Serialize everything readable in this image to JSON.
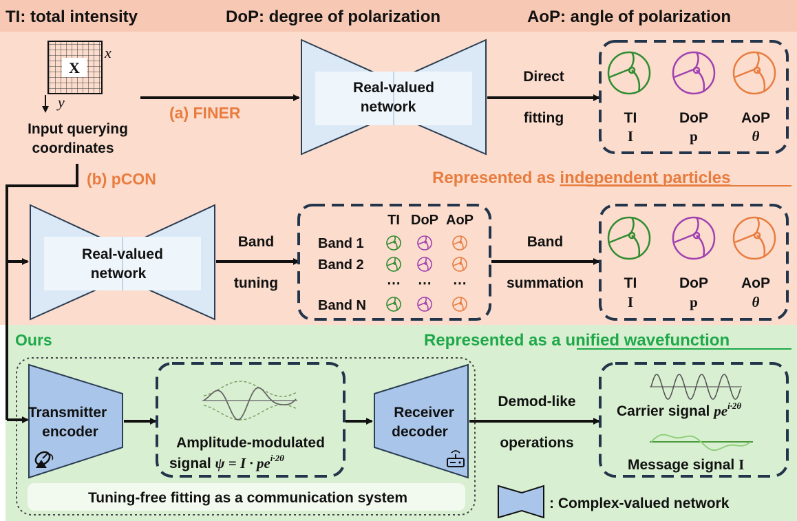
{
  "header": {
    "ti_def": "TI: total intensity",
    "dop_def": "DoP: degree of polarization",
    "aop_def": "AoP: angle of polarization"
  },
  "input": {
    "grid_center": "X",
    "x_axis": "x",
    "y_axis": "y",
    "caption_line1": "Input querying",
    "caption_line2": "coordinates"
  },
  "finer": {
    "label": "(a) FINER",
    "network_line1": "Real-valued",
    "network_line2": "network",
    "arrow_line1": "Direct",
    "arrow_line2": "fitting",
    "outputs": [
      {
        "name": "TI",
        "symbol": "I",
        "color": "#2e8b2e"
      },
      {
        "name": "DoP",
        "symbol": "p",
        "color": "#a040b0"
      },
      {
        "name": "AoP",
        "symbol": "θ",
        "color": "#e87c3e"
      }
    ],
    "note_prefix": "Represented as ",
    "note_underlined": "independent particles"
  },
  "pcon": {
    "label": "(b) pCON",
    "network_line1": "Real-valued",
    "network_line2": "network",
    "arrow_in_line1": "Band",
    "arrow_in_line2": "tuning",
    "band_headers": [
      "TI",
      "DoP",
      "AoP"
    ],
    "bands": [
      "Band 1",
      "Band 2",
      "Band N"
    ],
    "ellipsis": "⋯",
    "arrow_out_line1": "Band",
    "arrow_out_line2": "summation",
    "outputs": [
      {
        "name": "TI",
        "symbol": "I"
      },
      {
        "name": "DoP",
        "symbol": "p"
      },
      {
        "name": "AoP",
        "symbol": "θ"
      }
    ]
  },
  "ours": {
    "label": "Ours",
    "note_prefix": "Represented as ",
    "note_underlined": "a unified wavefunction",
    "encoder_line1": "Transmitter",
    "encoder_line2": "encoder",
    "signal_line1": "Amplitude-modulated",
    "signal_line2_text": "signal ",
    "signal_formula": "ψ = I · pe",
    "signal_exp": "i·2θ",
    "decoder_line1": "Receiver",
    "decoder_line2": "decoder",
    "arrow_line1": "Demod-like",
    "arrow_line2": "operations",
    "carrier_text": "Carrier signal ",
    "carrier_formula": "pe",
    "carrier_exp": "i·2θ",
    "message_text": "Message signal ",
    "message_formula": "I",
    "bottom_note": "Tuning-free fitting as a communication system",
    "legend": ": Complex-valued network"
  },
  "colors": {
    "header_bg": "#f7c8b3",
    "particle_bg": "#fbdccd",
    "wave_bg": "#d9efd2",
    "orange_accent": "#e87c3e",
    "green_accent": "#1fa84a",
    "real_net": "#dbe8f6",
    "complex_net": "#a9c6ea",
    "dash_box": "#22354a"
  }
}
